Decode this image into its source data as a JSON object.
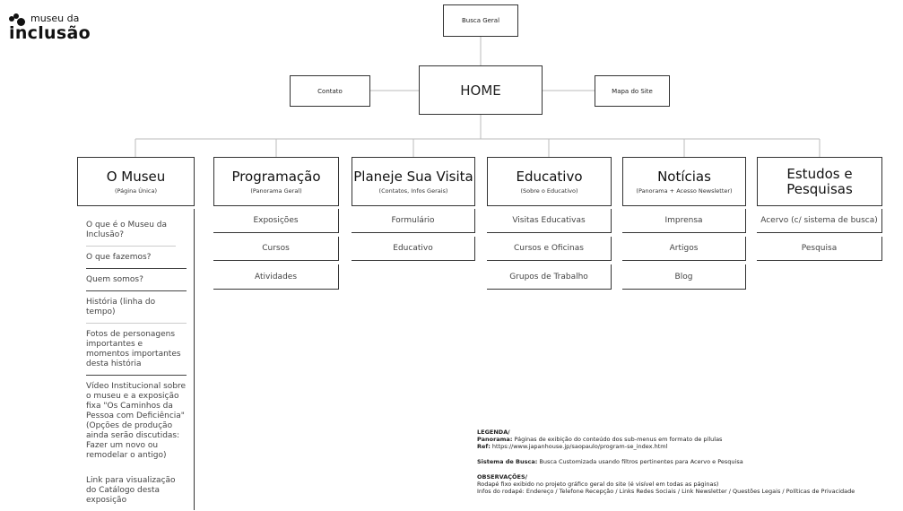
{
  "logo": {
    "line1": "museu da",
    "line2": "inclusão"
  },
  "top": {
    "search": "Busca Geral",
    "home": "HOME",
    "contact": "Contato",
    "sitemap": "Mapa do Site"
  },
  "sections": [
    {
      "title": "O Museu",
      "subtitle": "(Página Única)"
    },
    {
      "title": "Programação",
      "subtitle": "(Panorama Geral)",
      "items": [
        "Exposições",
        "Cursos",
        "Atividades"
      ]
    },
    {
      "title": "Planeje Sua Visita",
      "subtitle": "(Contatos, Infos Gerais)",
      "items": [
        "Formulário",
        "Educativo"
      ]
    },
    {
      "title": "Educativo",
      "subtitle": "(Sobre o Educativo)",
      "items": [
        "Visitas Educativas",
        "Cursos e Oficinas",
        "Grupos de Trabalho"
      ]
    },
    {
      "title": "Notícias",
      "subtitle": "(Panorama + Acesso Newsletter)",
      "items": [
        "Imprensa",
        "Artigos",
        "Blog"
      ]
    },
    {
      "title": "Estudos e Pesquisas",
      "subtitle": "",
      "items": [
        "Acervo (c/ sistema de busca)",
        "Pesquisa"
      ]
    }
  ],
  "museu_list": [
    "O que é o Museu da Inclusão?",
    "O que fazemos?",
    "Quem somos?",
    "História (linha do tempo)",
    "Fotos de personagens importantes e momentos importantes desta história",
    "Vídeo Institucional sobre o museu e a exposição fixa \"Os Caminhos da Pessoa com Deficiência\" (Opções de produção ainda serão discutidas: Fazer um novo ou remodelar o antigo)",
    "Link para visualização do Catálogo desta exposição"
  ],
  "legend": {
    "title": "LEGENDA/",
    "panorama_label": "Panorama:",
    "panorama_text": "Páginas de exibição do conteúdo dos sub-menus em formato de pílulas",
    "ref_label": "Ref:",
    "ref_text": "https://www.japanhouse.jp/saopaulo/program-se_index.html",
    "search_label": "Sistema de Busca:",
    "search_text": "Busca Customizada usando filtros pertinentes para Acervo e Pesquisa",
    "obs_title": "OBSERVAÇÕES/",
    "obs_line1": "Rodapé fixo exibido no projeto gráfico geral do site (é visível em todas as páginas)",
    "obs_line2": "Infos do rodapé: Endereço / Telefone Recepção / Links Redes Sociais / Link Newsletter / Questões Legais / Políticas de Privacidade"
  }
}
